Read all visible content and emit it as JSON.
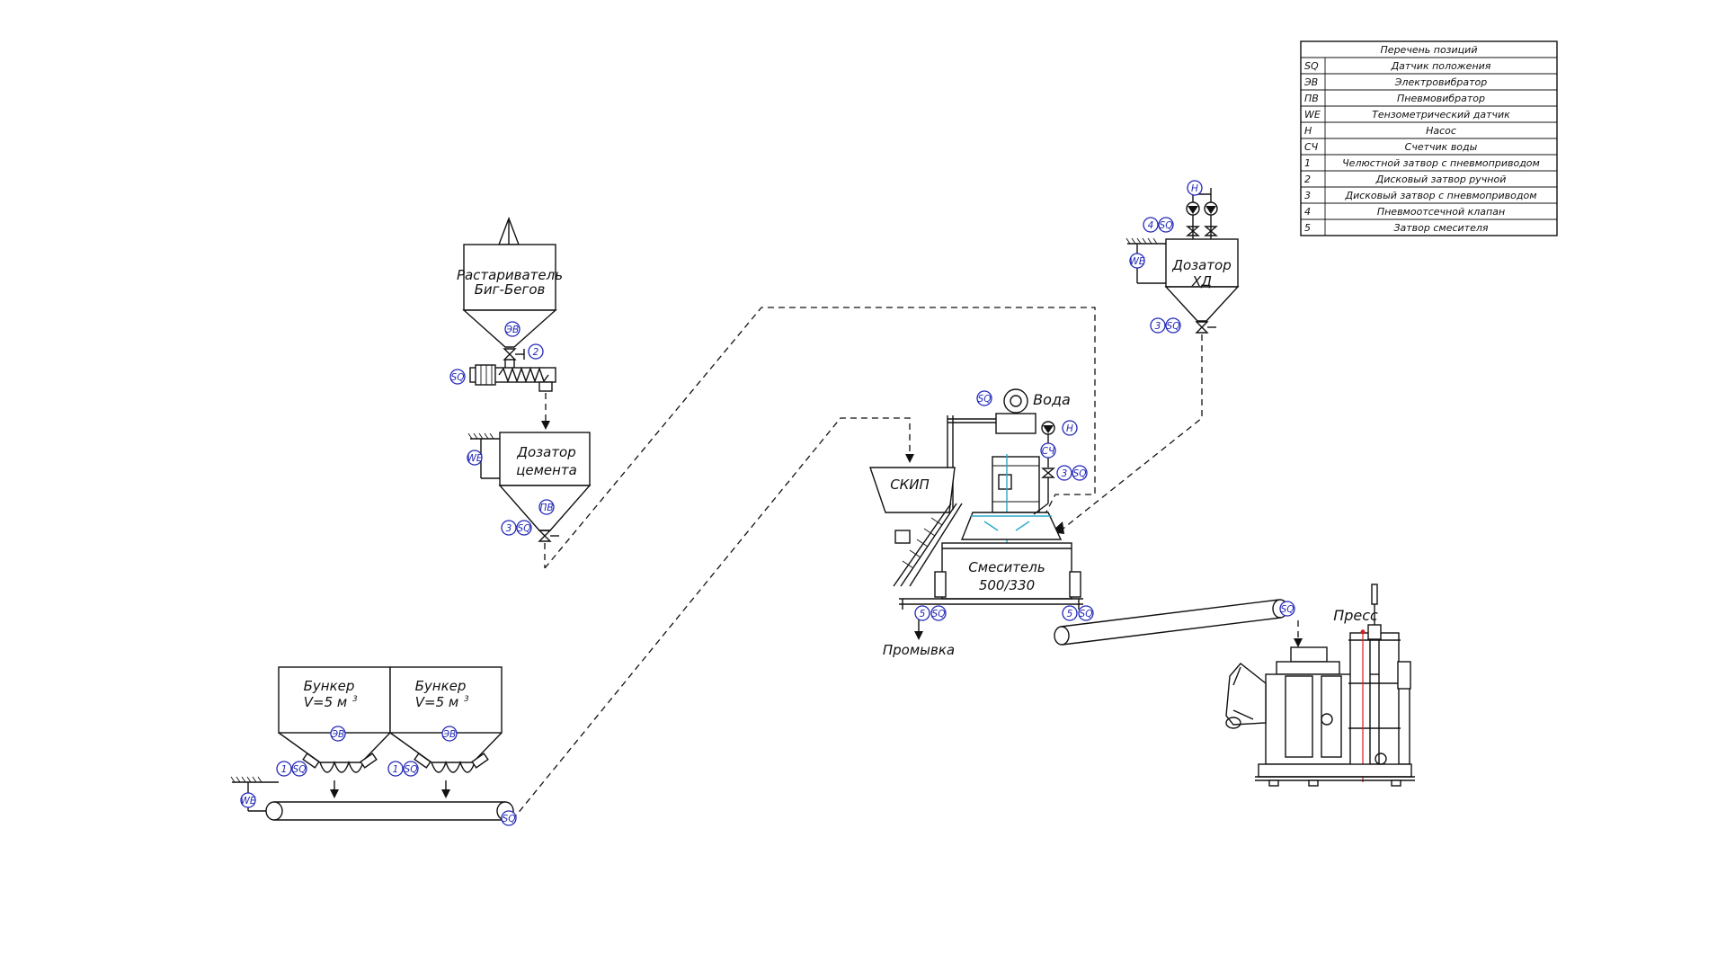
{
  "legend": {
    "title": "Перечень позиций",
    "rows": [
      {
        "code": "SQ",
        "desc": "Датчик положения"
      },
      {
        "code": "ЭВ",
        "desc": "Электровибратор"
      },
      {
        "code": "ПВ",
        "desc": "Пневмовибратор"
      },
      {
        "code": "WE",
        "desc": "Тензометрический датчик"
      },
      {
        "code": "Н",
        "desc": "Насос"
      },
      {
        "code": "СЧ",
        "desc": "Счетчик воды"
      },
      {
        "code": "1",
        "desc": "Челюстной затвор с пневмоприводом"
      },
      {
        "code": "2",
        "desc": "Дисковый затвор ручной"
      },
      {
        "code": "3",
        "desc": "Дисковый затвор с пневмоприводом"
      },
      {
        "code": "4",
        "desc": "Пневмоотсечной клапан"
      },
      {
        "code": "5",
        "desc": "Затвор смесителя"
      }
    ]
  },
  "equipment": {
    "big_bag": {
      "line1": "Растариватель",
      "line2": "Биг-Бегов"
    },
    "cement_doser": {
      "line1": "Дозатор",
      "line2": "цемента"
    },
    "chem_doser": {
      "line1": "Дозатор",
      "line2": "ХД"
    },
    "mixer": {
      "line1": "Смеситель",
      "line2": "500/330"
    },
    "skip": "СКИП",
    "water": "Вода",
    "flush": "Промывка",
    "press": "Пресс",
    "bunker1": {
      "line1": "Бункер",
      "line2": "V=5 м",
      "sup": "3"
    },
    "bunker2": {
      "line1": "Бункер",
      "line2": "V=5 м",
      "sup": "3"
    }
  },
  "tags": {
    "sq": "SQ",
    "ev": "ЭВ",
    "pv": "ПВ",
    "we": "WE",
    "n": "Н",
    "sch": "СЧ",
    "t1": "1",
    "t2": "2",
    "t3": "3",
    "t4": "4",
    "t5": "5"
  },
  "colors": {
    "line": "#111111",
    "tag": "#2228b8",
    "accent_cyan": "#2aa8c8",
    "accent_red": "#d02020"
  }
}
